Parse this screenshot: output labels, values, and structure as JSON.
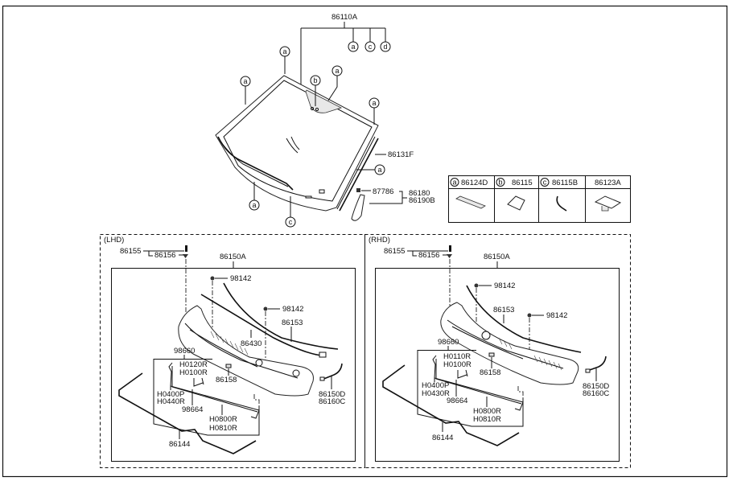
{
  "windshield": {
    "main_part": "86110A",
    "main_refs": [
      "a",
      "c",
      "d"
    ],
    "molding_part": "86131F",
    "clip_part": "87786",
    "garnish_parts": [
      "86180",
      "86190B"
    ],
    "callouts": [
      "a",
      "a",
      "b",
      "a",
      "a",
      "a",
      "a",
      "c"
    ]
  },
  "legend_table": {
    "columns": [
      {
        "ref": "a",
        "part": "86124D",
        "icon": "tape-strip-icon"
      },
      {
        "ref": "b",
        "part": "86115",
        "icon": "pad-icon"
      },
      {
        "ref": "c",
        "part": "86115B",
        "icon": "wire-icon"
      },
      {
        "ref": "",
        "part": "86123A",
        "icon": "bracket-icon"
      }
    ]
  },
  "lhd": {
    "title": "(LHD)",
    "p86155": "86155",
    "p86156": "86156",
    "p86150A": "86150A",
    "p98142a": "98142",
    "p98142b": "98142",
    "p86153": "86153",
    "p86430": "86430",
    "p98660": "98660",
    "h1": "H0120R",
    "h2": "H0100R",
    "p86158": "86158",
    "h3": "H0400P",
    "h4": "H0440R",
    "p98664": "98664",
    "h5": "H0800R",
    "h6": "H0810R",
    "p86144": "86144",
    "p86150D": "86150D",
    "p86160C": "86160C"
  },
  "rhd": {
    "title": "(RHD)",
    "p86155": "86155",
    "p86156": "86156",
    "p86150A": "86150A",
    "p98142a": "98142",
    "p98142b": "98142",
    "p86153": "86153",
    "p98660": "98660",
    "h1": "H0110R",
    "h2": "H0100R",
    "p86158": "86158",
    "h3": "H0400P",
    "h4": "H0430R",
    "p98664": "98664",
    "h5": "H0800R",
    "h6": "H0810R",
    "p86144": "86144",
    "p86150D": "86150D",
    "p86160C": "86160C"
  }
}
